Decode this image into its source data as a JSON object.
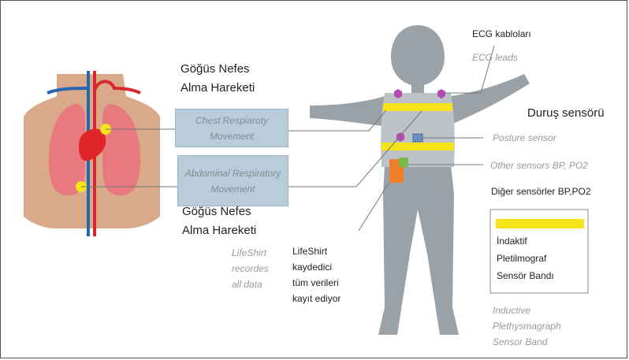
{
  "colors": {
    "skin": "#d9a98a",
    "lung": "#e8797f",
    "heart": "#e0262a",
    "artery": "#d8282e",
    "vein": "#2567b3",
    "figure": "#9aa1a7",
    "shirt": "#bdc2c6",
    "band": "#f6e319",
    "sensor_purple": "#b04bb0",
    "sensor_orange": "#f07e28",
    "sensor_green": "#79b84a",
    "marker_yellow": "#f6e319",
    "box_fill": "#b9ccd9",
    "leader_line": "#777777"
  },
  "chest_label": {
    "line1": "Göğüs Nefes",
    "line2": "Alma Hareketi"
  },
  "chest_box": {
    "line1": "Chest Respiaroty",
    "line2": "Movement"
  },
  "abdominal_box": {
    "line1": "Abdominal Respiratory",
    "line2": "Movement"
  },
  "abdominal_label": {
    "line1": "Göğüs Nefes",
    "line2": "Alma Hareketi"
  },
  "lifeshirt_en": {
    "line1": "LifeShirt",
    "line2": "recordes",
    "line3": "all data"
  },
  "lifeshirt_tr": {
    "line1": "LifeShirt",
    "line2": "kaydedici",
    "line3": "tüm verileri",
    "line4": "kayıt ediyor"
  },
  "ecg": {
    "tr": "ECG kabloları",
    "en": "ECG leads"
  },
  "posture": {
    "tr": "Duruş sensörü",
    "en": "Posture sensor"
  },
  "other": {
    "en": "Other sensors BP, PO2",
    "tr": "Diğer sensörler BP,PO2"
  },
  "legend": {
    "line1": "İndaktif",
    "line2": "Pletilmograf",
    "line3": "Sensör Bandı"
  },
  "inductive_en": {
    "line1": "Inductive",
    "line2": "Plethysmagraph",
    "line3": "Sensor Band"
  }
}
